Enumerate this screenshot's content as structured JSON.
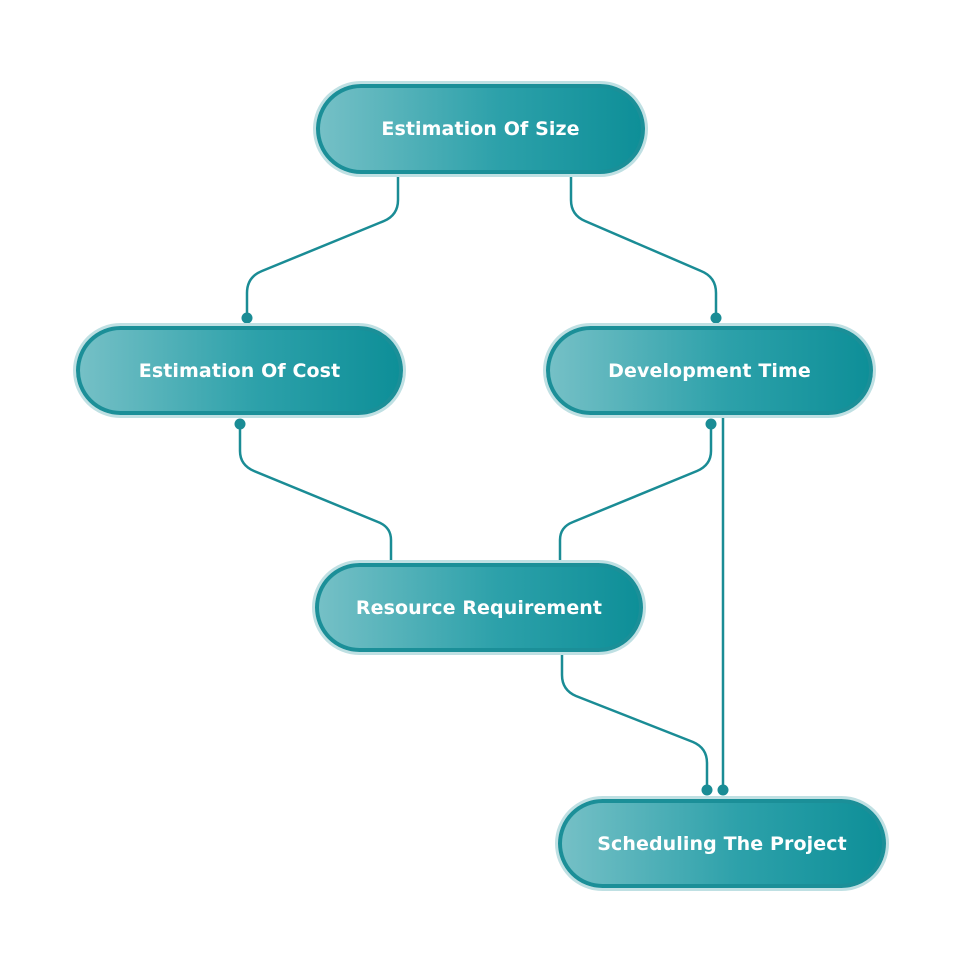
{
  "nodes": {
    "size": "Estimation Of Size",
    "cost": "Estimation Of Cost",
    "time": "Development Time",
    "resource": "Resource Requirement",
    "schedule": "Scheduling The Project"
  },
  "edges": [
    {
      "from": "size",
      "to": "cost"
    },
    {
      "from": "size",
      "to": "time"
    },
    {
      "from": "resource",
      "to": "cost"
    },
    {
      "from": "resource",
      "to": "time"
    },
    {
      "from": "resource",
      "to": "schedule"
    },
    {
      "from": "time",
      "to": "schedule"
    }
  ],
  "colors": {
    "line": "#1a8c95",
    "node_border": "#1b8f98",
    "node_gradient_start": "#75c0c6",
    "node_gradient_end": "#0e8f98",
    "text": "#ffffff"
  }
}
